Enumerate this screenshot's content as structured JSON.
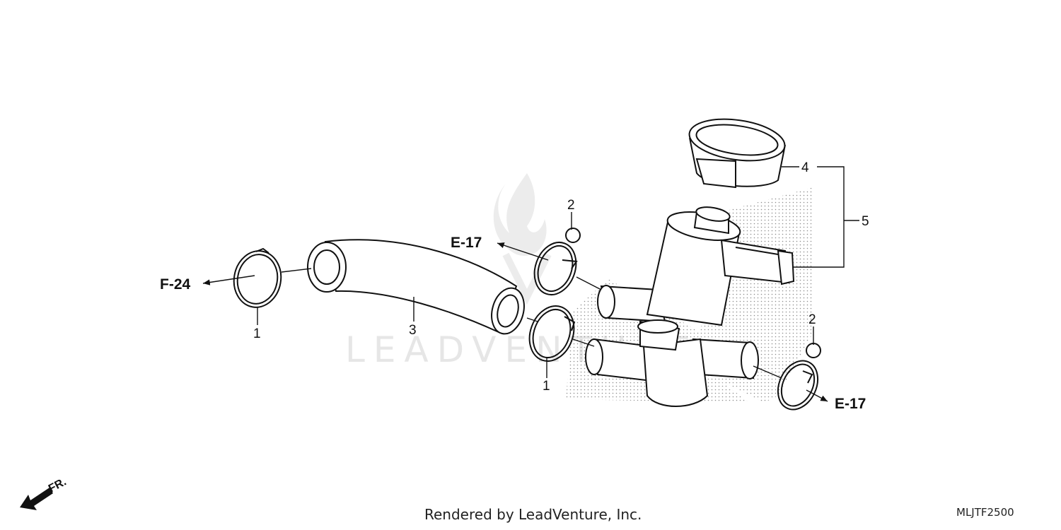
{
  "diagram": {
    "callouts": {
      "c1a": "1",
      "c1b": "1",
      "c2a": "2",
      "c2b": "2",
      "c3": "3",
      "c4": "4",
      "c5": "5"
    },
    "references": {
      "f24": "F-24",
      "e17_top": "E-17",
      "e17_bottom": "E-17"
    },
    "direction_label": "FR."
  },
  "watermark": {
    "text": "LEADVENTURE",
    "logo_icon": "flame-logo-icon"
  },
  "footer": {
    "rendered_by": "Rendered by LeadVenture, Inc.",
    "code": "MLJTF2500"
  },
  "colors": {
    "line": "#111111",
    "shade": "#9a9a9a",
    "watermark": "#e6e6e6"
  }
}
